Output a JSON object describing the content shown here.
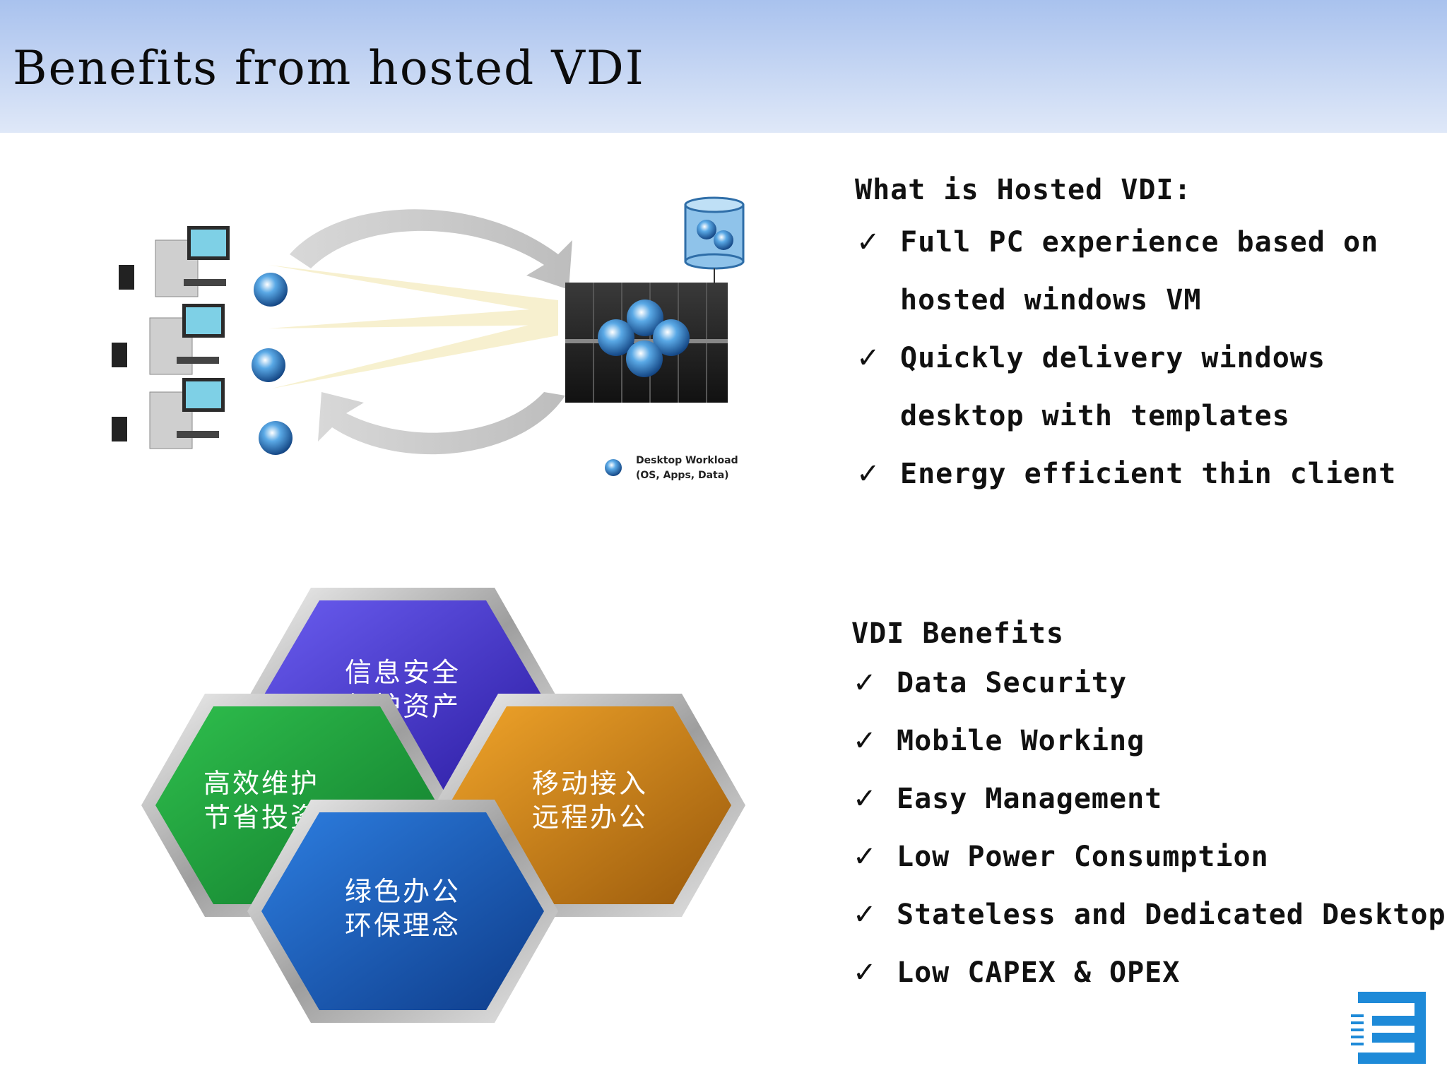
{
  "slide": {
    "title": "Benefits from hosted VDI"
  },
  "diagram": {
    "legend_line1": "Desktop Workload",
    "legend_line2": "(OS, Apps, Data)"
  },
  "what_is": {
    "title": "What is Hosted VDI:",
    "items": [
      "Full PC experience based on",
      "hosted windows VM",
      "Quickly delivery windows",
      "desktop with templates",
      "Energy efficient thin client"
    ]
  },
  "benefits": {
    "title": "VDI Benefits",
    "items": [
      "Data Security",
      "Mobile Working",
      "Easy Management",
      "Low Power Consumption",
      "Stateless and Dedicated Desktop",
      "Low CAPEX & OPEX"
    ]
  },
  "hexes": {
    "top": {
      "line1": "信息安全",
      "line2": "保护资产"
    },
    "left": {
      "line1": "高效维护",
      "line2": "节省投资"
    },
    "right": {
      "line1": "移动接入",
      "line2": "远程办公"
    },
    "bottom": {
      "line1": "绿色办公",
      "line2": "环保理念"
    }
  },
  "check_glyph": "✓",
  "colors": {
    "header_top": "#a9c2ee",
    "header_bottom": "#dfe8f8",
    "hex_purple": "#4a33c4",
    "hex_green": "#1f9a3a",
    "hex_orange": "#d98a1a",
    "hex_blue": "#1656b8",
    "logo_blue": "#1e8ad8"
  }
}
